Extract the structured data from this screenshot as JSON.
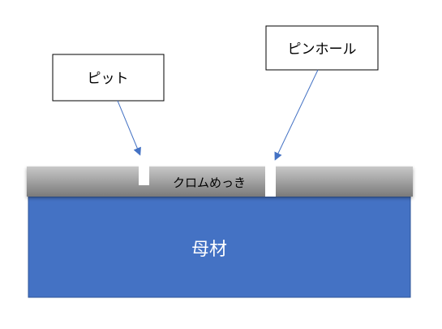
{
  "callouts": {
    "pit": "ピット",
    "pinhole": "ピンホール"
  },
  "layers": {
    "plating": "クロムめっき",
    "base": "母材"
  },
  "colors": {
    "base_fill": "#4472c4",
    "base_stroke": "#2f5597",
    "plating_top": "#c8c8c8",
    "plating_bottom": "#7a7a7a",
    "arrow": "#4472c4",
    "box_stroke": "#000000"
  }
}
